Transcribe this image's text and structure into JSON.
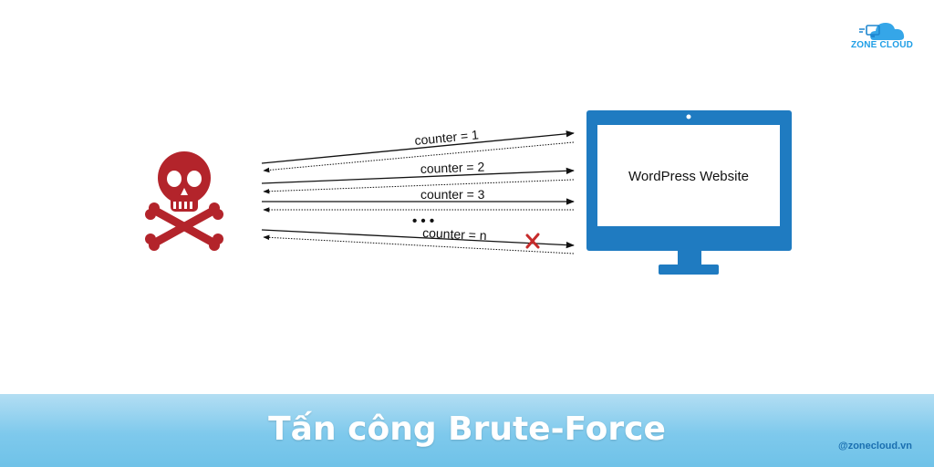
{
  "brand": {
    "name": "ZONE CLOUD",
    "handle": "@zonecloud.vn",
    "colors": {
      "primary": "#1e9ee6",
      "banner": "#7ec9ec",
      "monitor": "#1f7bc1",
      "attacker": "#b3242b"
    }
  },
  "diagram": {
    "attacker_icon": "skull-crossbones-icon",
    "server_label": "WordPress Website",
    "attempts": [
      {
        "label": "counter = 1"
      },
      {
        "label": "counter = 2"
      },
      {
        "label": "counter = 3"
      },
      {
        "label": "counter = n",
        "failed": true
      }
    ],
    "ellipsis": "• • •",
    "fail_icon": "cross-icon"
  },
  "banner": {
    "title": "Tấn công Brute-Force"
  }
}
